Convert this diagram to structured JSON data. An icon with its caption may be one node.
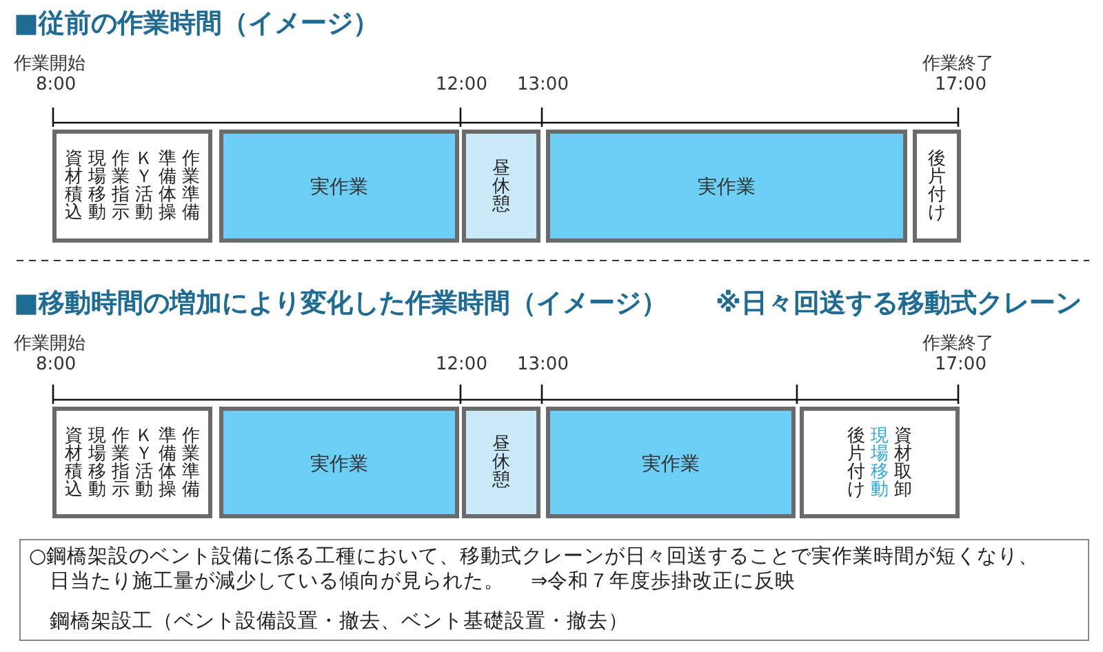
{
  "diagram": {
    "nodes": [
      {
        "text": [
          "資材積込",
          "現場移動",
          "作業指示",
          "ＫＹ活動",
          "準備体操",
          "作業準備"
        ]
      },
      {
        "text": [
          "実作業"
        ]
      },
      {
        "text": [
          "昼休憩"
        ]
      },
      {
        "text": [
          "実作業"
        ]
      },
      {
        "text": [
          "後片付け"
        ]
      },
      {
        "text": [
          "資材積込",
          "現場移動",
          "作業指示",
          "ＫＹ活動",
          "準備体操",
          "作業準備"
        ]
      },
      {
        "text": [
          "実作業"
        ]
      },
      {
        "text": [
          "昼休憩"
        ]
      },
      {
        "text": [
          "実作業"
        ]
      },
      {
        "text": [
          "後片付け",
          "現場移動",
          "資材取卸"
        ]
      },
      {
        "text": [
          "○鋼橋架設のベント設備に係る工種において、移動式クレーンが日々回送することで実作業時間が短くなり、日当たり施工量が減少している傾向が見られた。",
          "⇒令和７年度歩掛改正に反映",
          "鋼橋架設工（ベント設備設置・撤去、ベント基礎設置・撤去）"
        ]
      }
    ],
    "edges": [],
    "labels": [
      "■従前の作業時間（イメージ）",
      "作業開始",
      "8:00",
      "12:00",
      "13:00",
      "作業終了",
      "17:00",
      "■移動時間の増加により変化した作業時間（イメージ）",
      "※日々回送する移動式クレーン",
      "作業開始",
      "8:00",
      "12:00",
      "13:00",
      "作業終了",
      "17:00"
    ]
  }
}
